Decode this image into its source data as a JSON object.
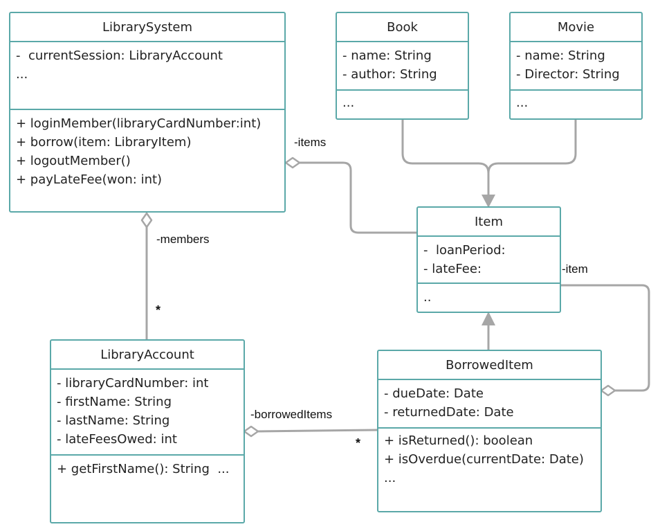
{
  "classes": {
    "library_system": {
      "name": "LibrarySystem",
      "attributes": [
        "-  currentSession: LibraryAccount",
        "..."
      ],
      "operations": [
        "+ loginMember(libraryCardNumber:int)",
        "+ borrow(item: LibraryItem)",
        "+ logoutMember()",
        "+ payLateFee(won: int)"
      ]
    },
    "book": {
      "name": "Book",
      "attributes": [
        "- name: String",
        "- author: String"
      ],
      "operations": [
        "..."
      ]
    },
    "movie": {
      "name": "Movie",
      "attributes": [
        "- name: String",
        "- Director: String"
      ],
      "operations": [
        "..."
      ]
    },
    "item": {
      "name": "Item",
      "attributes": [
        "-  loanPeriod:",
        "- lateFee:"
      ],
      "operations": [
        ".."
      ]
    },
    "library_account": {
      "name": "LibraryAccount",
      "attributes": [
        "- libraryCardNumber: int",
        "- firstName: String",
        "- lastName: String",
        "- lateFeesOwed: int"
      ],
      "operations": [
        "+ getFirstName(): String  ..."
      ]
    },
    "borrowed_item": {
      "name": "BorrowedItem",
      "attributes": [
        "- dueDate: Date",
        "- returnedDate: Date"
      ],
      "operations": [
        "+ isReturned(): boolean",
        "+ isOverdue(currentDate: Date)",
        "..."
      ]
    }
  },
  "relationships": {
    "items_label": "-items",
    "members_label": "-members",
    "members_multiplicity": "*",
    "item_label": "-item",
    "borrowed_items_label": "-borrowedItems",
    "borrowed_items_multiplicity": "*"
  },
  "colors": {
    "class_border": "#5aa8a8",
    "connector": "#a6a6a6"
  }
}
